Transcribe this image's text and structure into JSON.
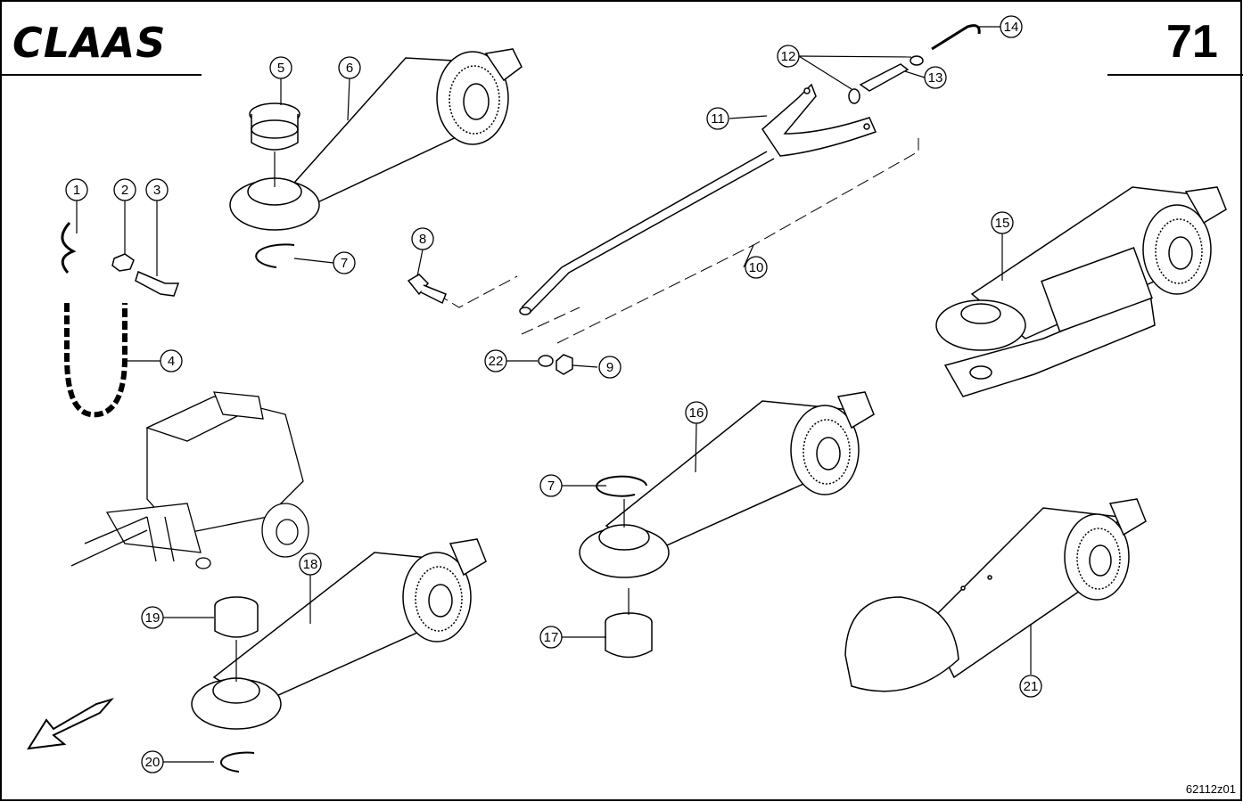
{
  "header": {
    "brand": "CLAAS",
    "page_number": "71"
  },
  "footer": {
    "drawing_code": "62112z01"
  },
  "callouts": [
    "1",
    "2",
    "3",
    "4",
    "5",
    "6",
    "7",
    "8",
    "9",
    "10",
    "11",
    "12",
    "13",
    "14",
    "15",
    "16",
    "7",
    "17",
    "18",
    "19",
    "20",
    "21",
    "22"
  ],
  "colors": {
    "ink": "#000000",
    "paper": "#ffffff"
  }
}
